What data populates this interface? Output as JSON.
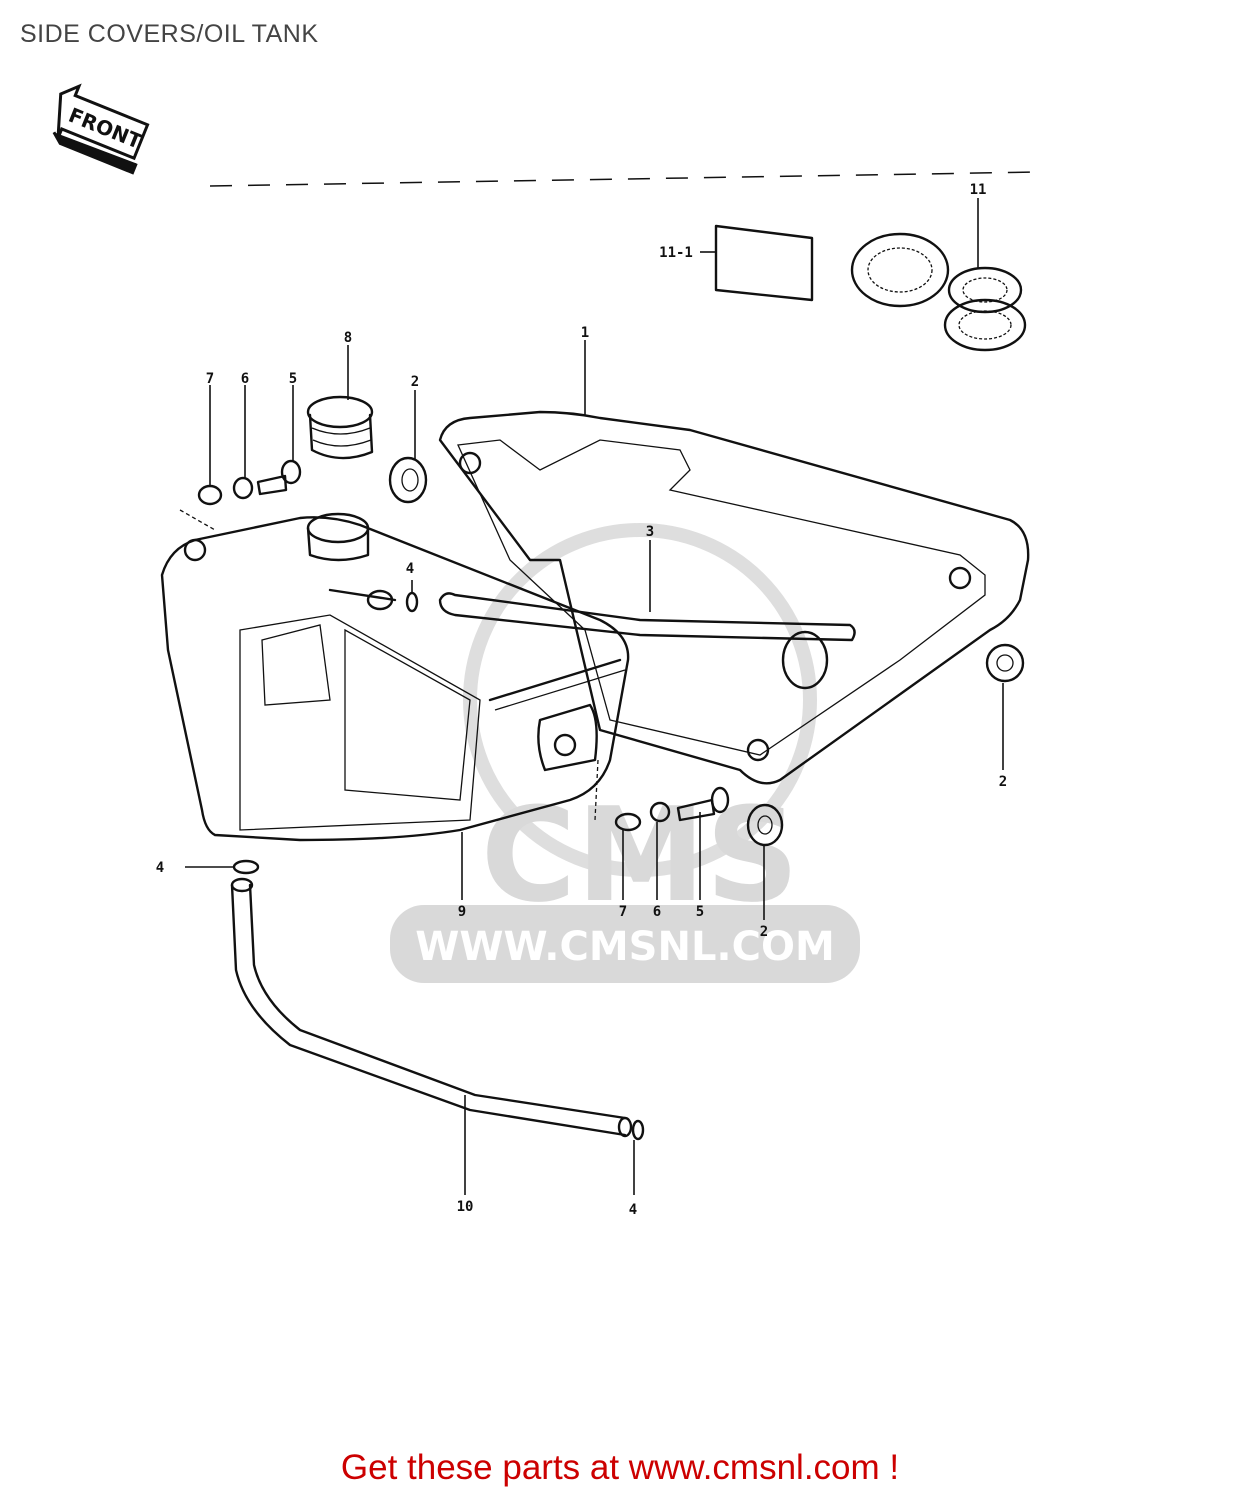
{
  "page_title": "SIDE COVERS/OIL TANK",
  "front_arrow_text": "FRONT",
  "watermark": {
    "logo": "CMS",
    "url": "WWW.CMSNL.COM"
  },
  "callouts": [
    {
      "id": "c1",
      "text": "1"
    },
    {
      "id": "c2a",
      "text": "2"
    },
    {
      "id": "c2b",
      "text": "2"
    },
    {
      "id": "c2c",
      "text": "2"
    },
    {
      "id": "c3",
      "text": "3"
    },
    {
      "id": "c4a",
      "text": "4"
    },
    {
      "id": "c4b",
      "text": "4"
    },
    {
      "id": "c4c",
      "text": "4"
    },
    {
      "id": "c5a",
      "text": "5"
    },
    {
      "id": "c5b",
      "text": "5"
    },
    {
      "id": "c6a",
      "text": "6"
    },
    {
      "id": "c6b",
      "text": "6"
    },
    {
      "id": "c7a",
      "text": "7"
    },
    {
      "id": "c7b",
      "text": "7"
    },
    {
      "id": "c8",
      "text": "8"
    },
    {
      "id": "c9",
      "text": "9"
    },
    {
      "id": "c10",
      "text": "10"
    },
    {
      "id": "c11",
      "text": "11"
    },
    {
      "id": "c11-1",
      "text": "11-1"
    }
  ],
  "footer": "Get these parts at www.cmsnl.com !",
  "colors": {
    "title": "#444444",
    "footer": "#cc0000",
    "line_art": "#111111",
    "watermark": "#d9d9d9"
  }
}
